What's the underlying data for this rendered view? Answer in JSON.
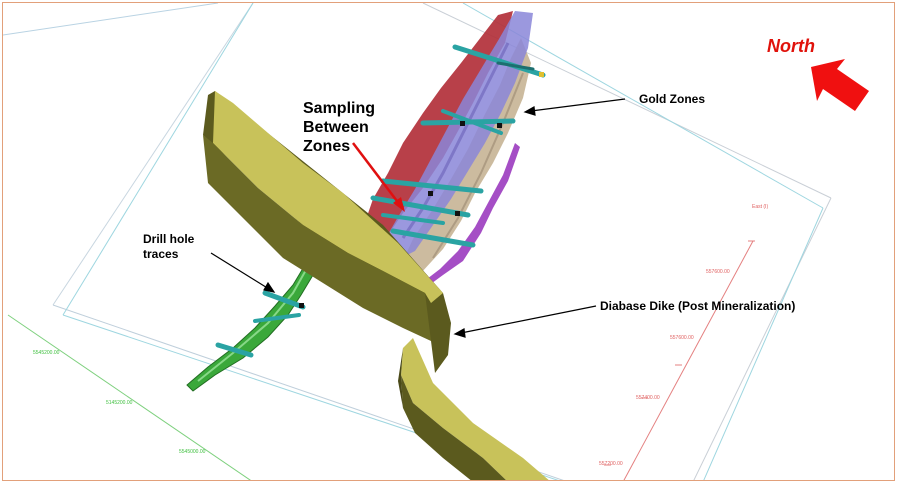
{
  "labels": {
    "north": "North",
    "sampling_line1": "Sampling",
    "sampling_line2": "Between",
    "sampling_line3": "Zones",
    "gold_zones": "Gold Zones",
    "drill_line1": "Drill hole",
    "drill_line2": "traces",
    "diabase": "Diabase Dike (Post Mineralization)"
  },
  "axis_ticks": {
    "east_label": "East (I)",
    "red_1": "557600.00",
    "red_2": "557600.00",
    "red_3": "557400.00",
    "red_4": "557200.00",
    "green_1": "5545200.00",
    "green_2": "5145200.00",
    "green_3": "5545000.00"
  },
  "colors": {
    "north_arrow": "#f01010",
    "dike": "#c8c25a",
    "dike_dark": "#5b5a1e",
    "gold_red": "#b2303a",
    "gold_blue": "#8a86d8",
    "gold_tan": "#c9b79a",
    "green_zone": "#3aa83a",
    "purple_zone": "#9b3bbf",
    "drill_hole": "#2aa3a3"
  }
}
